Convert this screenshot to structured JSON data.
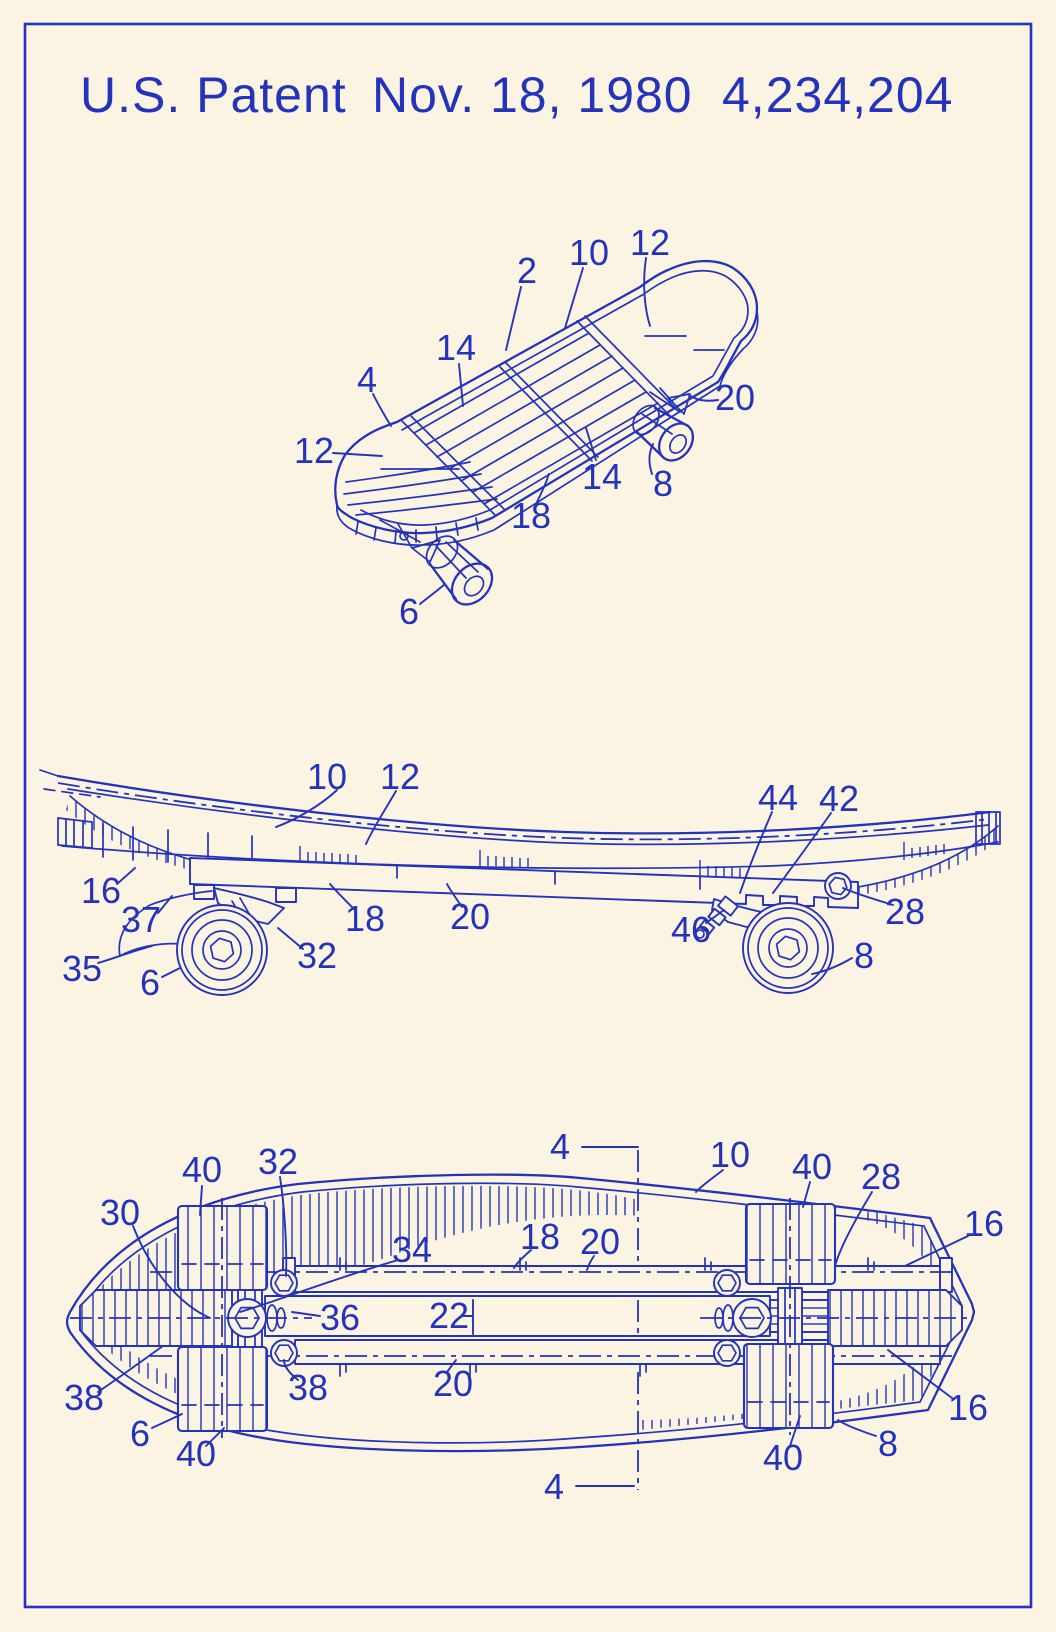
{
  "page": {
    "kind_of_sheet": "patent-drawing-sheet",
    "paper_color": "#fcf4e3",
    "ink_color": "#2433bb",
    "border": "single blue rule inset from page edge"
  },
  "header": {
    "patent_office": "U.S. Patent",
    "date": "Nov. 18, 1980",
    "patent_number": "4,234,204"
  },
  "figures": {
    "perspective": {
      "description": "perspective view of skateboard with ribbed deck and two visible wheels",
      "labels": [
        {
          "text": "2"
        },
        {
          "text": "10"
        },
        {
          "text": "12"
        },
        {
          "text": "14"
        },
        {
          "text": "4"
        },
        {
          "text": "12"
        },
        {
          "text": "20"
        },
        {
          "text": "14"
        },
        {
          "text": "18"
        },
        {
          "text": "8"
        },
        {
          "text": "6"
        }
      ]
    },
    "side": {
      "description": "side elevation view with front and rear trucks and wheels",
      "labels": [
        {
          "text": "10"
        },
        {
          "text": "12"
        },
        {
          "text": "44"
        },
        {
          "text": "42"
        },
        {
          "text": "16"
        },
        {
          "text": "37"
        },
        {
          "text": "35"
        },
        {
          "text": "6"
        },
        {
          "text": "32"
        },
        {
          "text": "18"
        },
        {
          "text": "20"
        },
        {
          "text": "46"
        },
        {
          "text": "28"
        },
        {
          "text": "8"
        }
      ]
    },
    "bottom": {
      "description": "bottom plan view with four wheels, trucks and section line 4-4",
      "labels": [
        {
          "text": "30"
        },
        {
          "text": "40"
        },
        {
          "text": "32"
        },
        {
          "text": "4"
        },
        {
          "text": "10"
        },
        {
          "text": "40"
        },
        {
          "text": "28"
        },
        {
          "text": "16"
        },
        {
          "text": "18"
        },
        {
          "text": "20"
        },
        {
          "text": "34"
        },
        {
          "text": "36"
        },
        {
          "text": "22"
        },
        {
          "text": "38"
        },
        {
          "text": "38"
        },
        {
          "text": "20"
        },
        {
          "text": "6"
        },
        {
          "text": "40"
        },
        {
          "text": "40"
        },
        {
          "text": "8"
        },
        {
          "text": "16"
        },
        {
          "text": "4"
        }
      ]
    }
  }
}
